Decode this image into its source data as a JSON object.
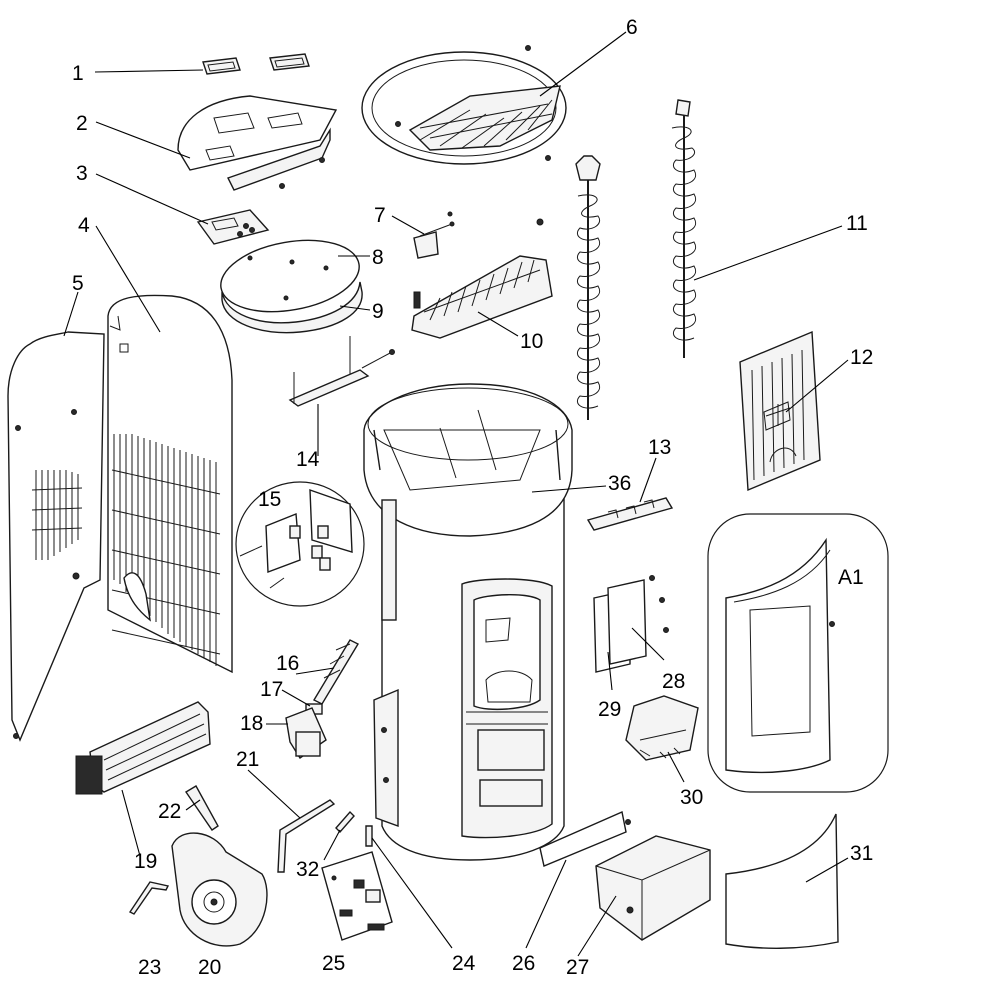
{
  "diagram": {
    "labels": [
      {
        "id": "1",
        "text": "1"
      },
      {
        "id": "2",
        "text": "2"
      },
      {
        "id": "3",
        "text": "3"
      },
      {
        "id": "4",
        "text": "4"
      },
      {
        "id": "5",
        "text": "5"
      },
      {
        "id": "6",
        "text": "6"
      },
      {
        "id": "7",
        "text": "7"
      },
      {
        "id": "8",
        "text": "8"
      },
      {
        "id": "9",
        "text": "9"
      },
      {
        "id": "10",
        "text": "10"
      },
      {
        "id": "11",
        "text": "11"
      },
      {
        "id": "12",
        "text": "12"
      },
      {
        "id": "13",
        "text": "13"
      },
      {
        "id": "14",
        "text": "14"
      },
      {
        "id": "15",
        "text": "15"
      },
      {
        "id": "16",
        "text": "16"
      },
      {
        "id": "17",
        "text": "17"
      },
      {
        "id": "18",
        "text": "18"
      },
      {
        "id": "19",
        "text": "19"
      },
      {
        "id": "20",
        "text": "20"
      },
      {
        "id": "21",
        "text": "21"
      },
      {
        "id": "22",
        "text": "22"
      },
      {
        "id": "23",
        "text": "23"
      },
      {
        "id": "24",
        "text": "24"
      },
      {
        "id": "25",
        "text": "25"
      },
      {
        "id": "26",
        "text": "26"
      },
      {
        "id": "27",
        "text": "27"
      },
      {
        "id": "28",
        "text": "28"
      },
      {
        "id": "29",
        "text": "29"
      },
      {
        "id": "30",
        "text": "30"
      },
      {
        "id": "31",
        "text": "31"
      },
      {
        "id": "32",
        "text": "32"
      },
      {
        "id": "36",
        "text": "36"
      },
      {
        "id": "A1",
        "text": "A1"
      }
    ]
  }
}
